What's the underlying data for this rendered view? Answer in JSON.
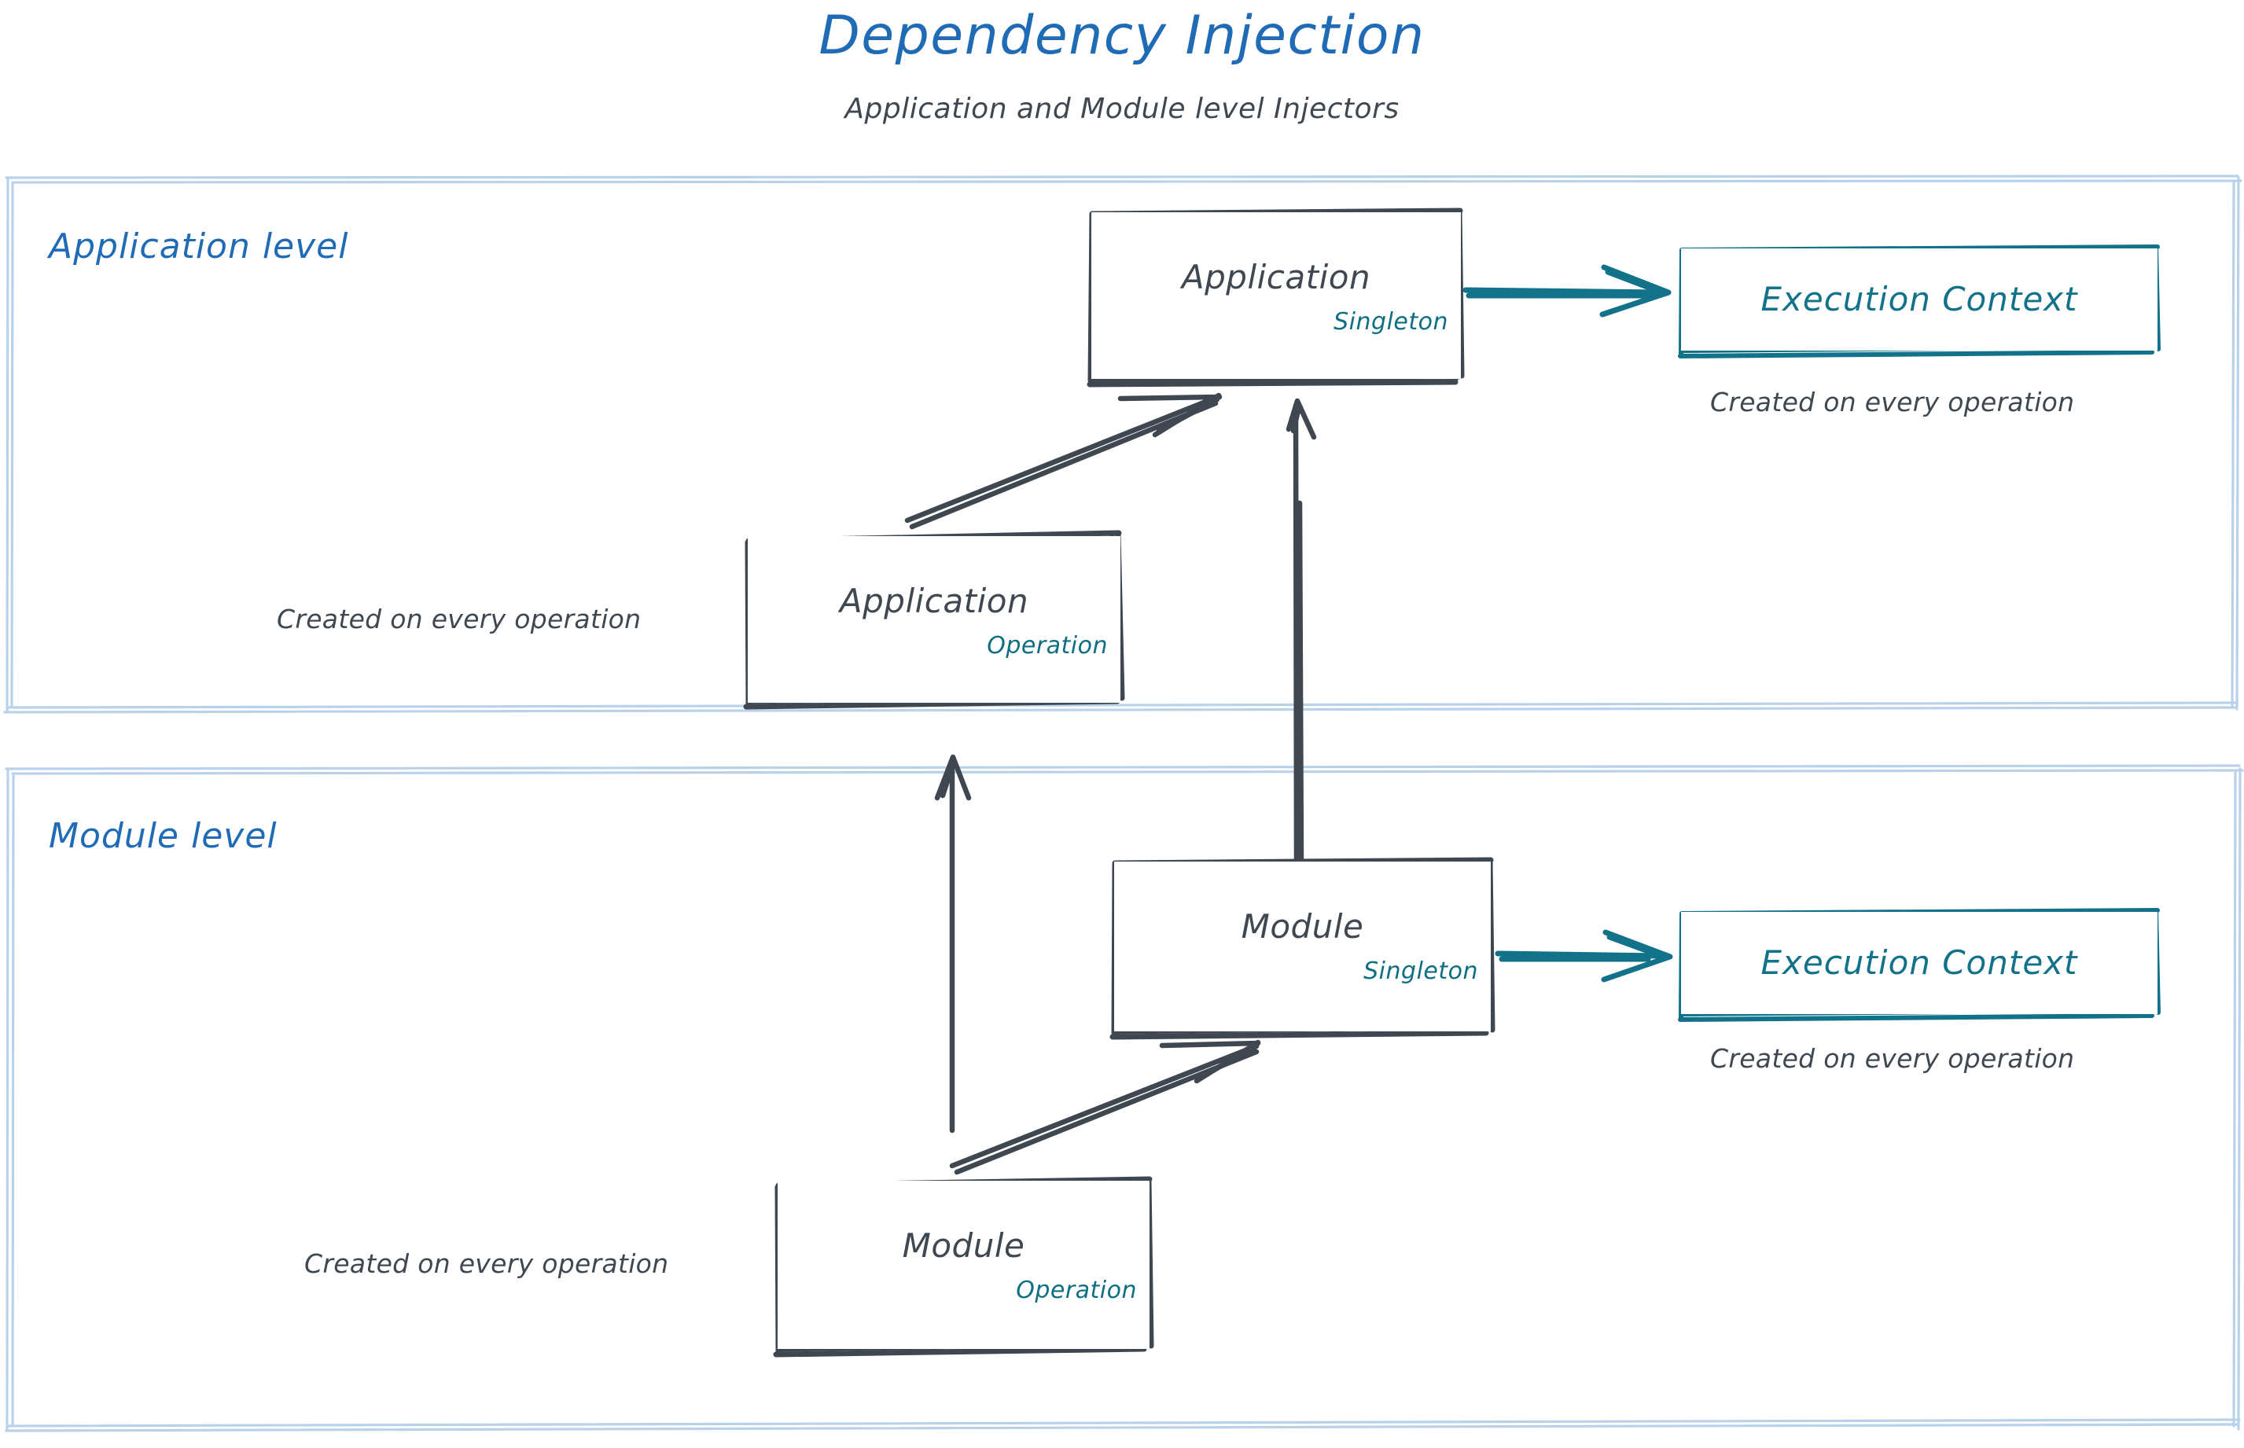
{
  "title": "Dependency Injection",
  "subtitle": "Application and Module level Injectors",
  "colors": {
    "title_blue": "#1f6bb5",
    "lane_border_blue": "#b9d2ea",
    "node_stroke": "#3f4750",
    "scope_teal": "#0e6e82",
    "execution_context_teal": "#12728a",
    "note_gray": "#3f4750",
    "background": "#ffffff"
  },
  "lanes": [
    {
      "id": "application-level",
      "label": "Application level",
      "nodes": [
        {
          "id": "application-singleton",
          "title": "Application",
          "scope": "Singleton"
        },
        {
          "id": "application-operation",
          "title": "Application",
          "scope": "Operation"
        },
        {
          "id": "execution-context-application",
          "title": "Execution Context"
        }
      ],
      "notes": [
        {
          "id": "note-app-ec",
          "text": "Created on every operation"
        },
        {
          "id": "note-app-operation",
          "text": "Created on every operation"
        }
      ]
    },
    {
      "id": "module-level",
      "label": "Module level",
      "nodes": [
        {
          "id": "module-singleton",
          "title": "Module",
          "scope": "Singleton"
        },
        {
          "id": "module-operation",
          "title": "Module",
          "scope": "Operation"
        },
        {
          "id": "execution-context-module",
          "title": "Execution Context"
        }
      ],
      "notes": [
        {
          "id": "note-module-ec",
          "text": "Created on every operation"
        },
        {
          "id": "note-module-operation",
          "text": "Created on every operation"
        }
      ]
    }
  ],
  "edges": [
    {
      "id": "edge-app-singleton-to-ec",
      "from": "application-singleton",
      "to": "execution-context-application",
      "style": "teal-arrow"
    },
    {
      "id": "edge-app-operation-to-app-singleton",
      "from": "application-operation",
      "to": "application-singleton",
      "style": "sketch-arrow"
    },
    {
      "id": "edge-module-singleton-to-app-singleton",
      "from": "module-singleton",
      "to": "application-singleton",
      "style": "sketch-arrow"
    },
    {
      "id": "edge-module-operation-to-app-operation",
      "from": "module-operation",
      "to": "application-operation",
      "style": "sketch-arrow"
    },
    {
      "id": "edge-module-operation-to-module-singleton",
      "from": "module-operation",
      "to": "module-singleton",
      "style": "sketch-arrow"
    },
    {
      "id": "edge-module-singleton-to-ec",
      "from": "module-singleton",
      "to": "execution-context-module",
      "style": "teal-arrow"
    }
  ]
}
